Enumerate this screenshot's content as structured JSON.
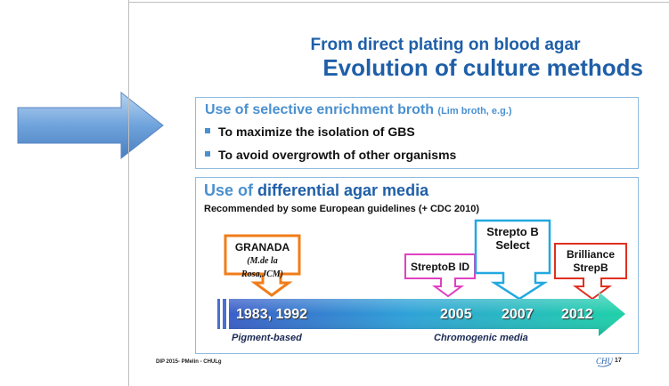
{
  "slide": {
    "title_line1": "From direct plating on blood agar",
    "title_line2": "Evolution of culture methods",
    "enrichment": {
      "heading": "Use of selective enrichment broth",
      "heading_note": "(Lim broth, e.g.)",
      "bullets": [
        "To maximize the isolation of GBS",
        "To avoid overgrowth of other organisms"
      ]
    },
    "differential": {
      "heading_part1": "Use of ",
      "heading_part2": "differential agar media",
      "subheading": "Recommended by some European guidelines (+ CDC 2010)"
    },
    "callouts": {
      "granada_name": "GRANADA",
      "granada_ref": "(M.de la Rosa,JCM)",
      "streptob_id": "StreptoB ID",
      "strepto_b_select_1": "Strepto B",
      "strepto_b_select_2": "Select",
      "brilliance_1": "Brilliance",
      "brilliance_2": "StrepB"
    },
    "timeline": {
      "years": [
        "1983, 1992",
        "2005",
        "2007",
        "2012"
      ],
      "phase_1": "Pigment-based",
      "phase_2": "Chromogenic media"
    },
    "footer": {
      "left": "DIP 2015- PMelin - CHULg",
      "logo_text": "CHU",
      "page_number": "17"
    }
  },
  "colors": {
    "title_blue": "#1f5fa8",
    "accent_blue": "#4a90d0",
    "granada_orange": "#f07d1a",
    "streptob_magenta": "#e040c0",
    "select_cyan": "#22a8e0",
    "brilliance_red": "#e03020"
  }
}
